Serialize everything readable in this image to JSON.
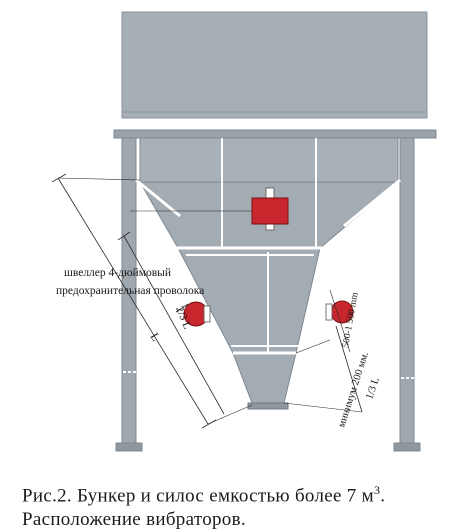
{
  "labels": {
    "channel": "швеллер 4-дюймовый",
    "wire": "предохранительная проволока",
    "two_thirds_l": "2/3 L",
    "l": "L",
    "range": "500-1 500 mm",
    "min": "минимум 200 мм.",
    "one_third_l": "1/3 L"
  },
  "caption": {
    "line1_main": "Рис.2.  Бункер  и  силос  емкостью  более  7  м",
    "line1_sup": "3",
    "line1_end": ".",
    "line2": "Расположение  вибраторов."
  },
  "colors": {
    "steel": "#a3abb3",
    "steel_dark": "#7f8891",
    "vibrator_red": "#c8282d",
    "line": "#2a2a2a"
  }
}
